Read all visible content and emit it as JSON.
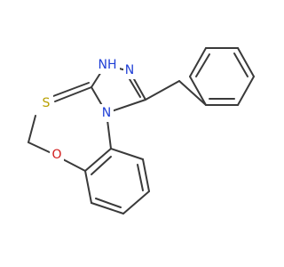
{
  "colors": {
    "background": "#ffffff",
    "bond": "#3a3a3a",
    "nitrogen": "#1f3fd6",
    "oxygen": "#d11a1a",
    "sulfur": "#b8a000"
  },
  "labels": {
    "nh": "NH",
    "n_top_right": "N",
    "n_ring": "N",
    "sulfur": "S",
    "oxygen": "O"
  }
}
